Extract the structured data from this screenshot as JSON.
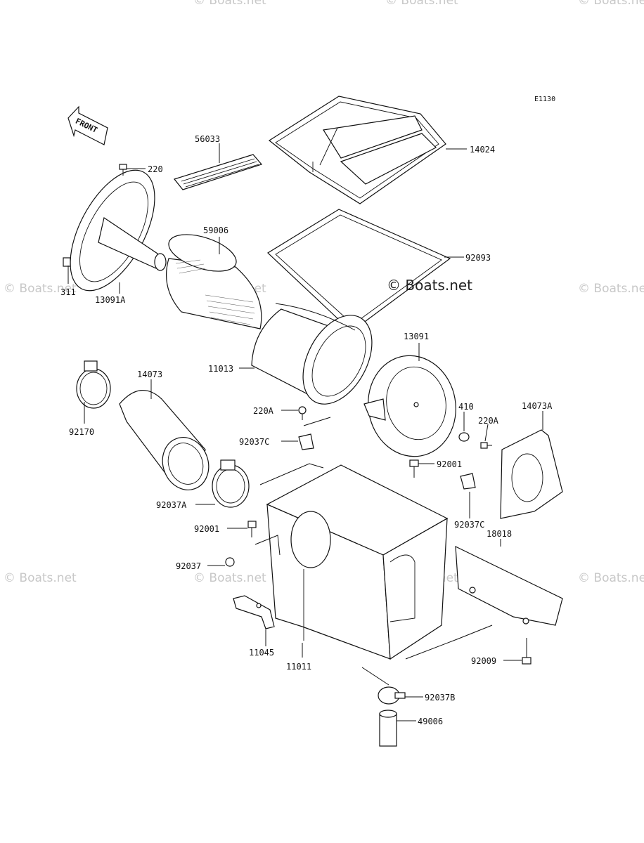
{
  "diagram_code": "E1130",
  "front_label": "FRONT",
  "watermarks": {
    "main": "© Boats.net",
    "faint": "© Boats.net"
  },
  "parts": [
    {
      "id": "p14024",
      "label": "14024"
    },
    {
      "id": "p56033",
      "label": "56033"
    },
    {
      "id": "p220",
      "label": "220"
    },
    {
      "id": "p59006",
      "label": "59006"
    },
    {
      "id": "p92093",
      "label": "92093"
    },
    {
      "id": "p311",
      "label": "311"
    },
    {
      "id": "p13091A",
      "label": "13091A"
    },
    {
      "id": "p11013",
      "label": "11013"
    },
    {
      "id": "p13091",
      "label": "13091"
    },
    {
      "id": "p14073",
      "label": "14073"
    },
    {
      "id": "p92170",
      "label": "92170"
    },
    {
      "id": "p220A_1",
      "label": "220A"
    },
    {
      "id": "p410",
      "label": "410"
    },
    {
      "id": "p220A_2",
      "label": "220A"
    },
    {
      "id": "p14073A",
      "label": "14073A"
    },
    {
      "id": "p92037C_1",
      "label": "92037C"
    },
    {
      "id": "p92001_1",
      "label": "92001"
    },
    {
      "id": "p92037A",
      "label": "92037A"
    },
    {
      "id": "p92037C_2",
      "label": "92037C"
    },
    {
      "id": "p18018",
      "label": "18018"
    },
    {
      "id": "p92001_2",
      "label": "92001"
    },
    {
      "id": "p92037",
      "label": "92037"
    },
    {
      "id": "p11045",
      "label": "11045"
    },
    {
      "id": "p11011",
      "label": "11011"
    },
    {
      "id": "p92009",
      "label": "92009"
    },
    {
      "id": "p92037B",
      "label": "92037B"
    },
    {
      "id": "p49006",
      "label": "49006"
    }
  ]
}
